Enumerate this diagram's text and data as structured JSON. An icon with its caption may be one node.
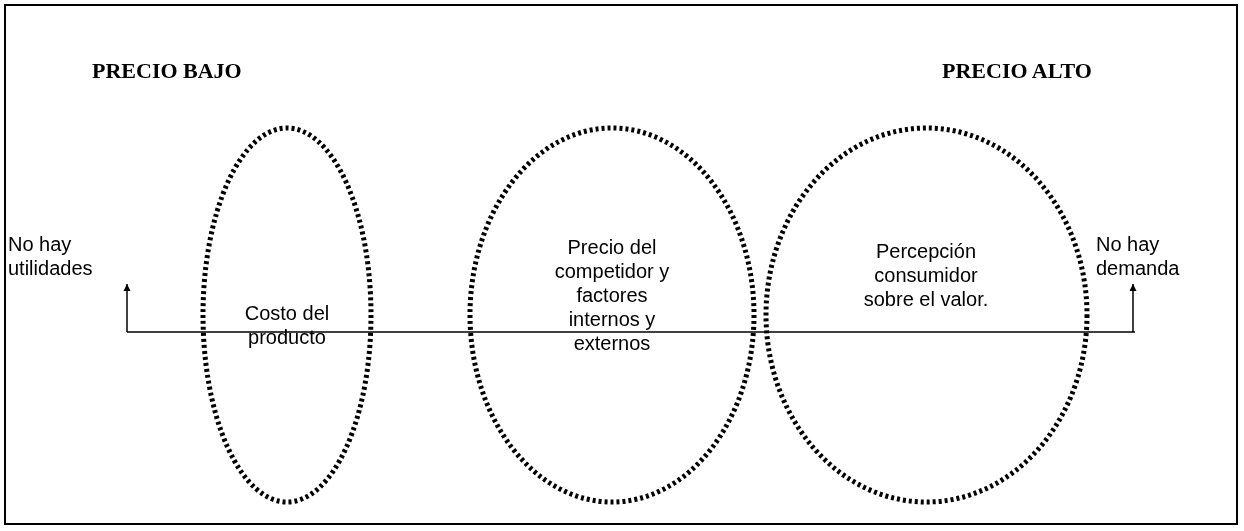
{
  "diagram": {
    "nodes": [
      {
        "text": [
          "No hay utilidades"
        ]
      },
      {
        "text": [
          "No hay demanda"
        ]
      },
      {
        "text": [
          "Costo del producto"
        ]
      },
      {
        "text": [
          "Precio del competidor y factores internos y externos"
        ]
      },
      {
        "text": [
          "Percepción consumidor sobre el valor."
        ]
      }
    ],
    "edges": [
      {
        "from": null,
        "to": 0,
        "arrow": "to"
      },
      {
        "from": null,
        "to": 1,
        "arrow": "to"
      }
    ],
    "labels": [
      "PRECIO BAJO",
      "PRECIO ALTO"
    ]
  }
}
